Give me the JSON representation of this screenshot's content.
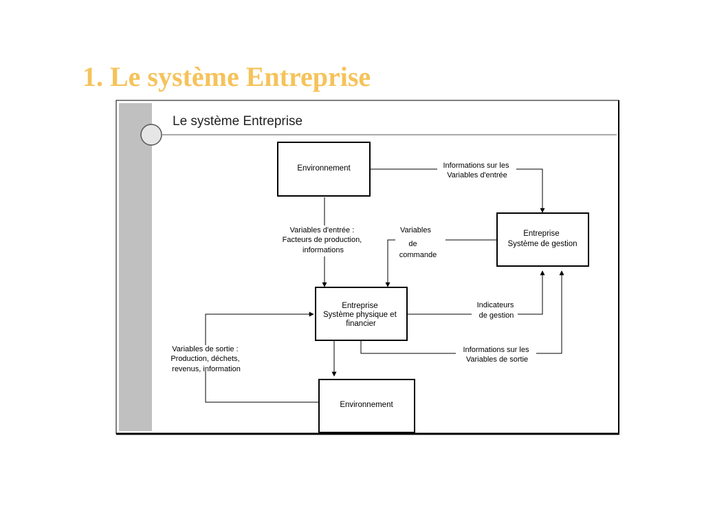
{
  "slide": {
    "title": "1. Le système Entreprise"
  },
  "figure": {
    "panel_title": "Le système Entreprise",
    "boxes": {
      "env_top": {
        "lines": [
          "Environnement"
        ]
      },
      "entreprise_gestion": {
        "lines": [
          "Entreprise",
          "Système de gestion"
        ]
      },
      "entreprise_physique": {
        "lines": [
          "Entreprise",
          "Système physique et",
          "financier"
        ]
      },
      "env_bottom": {
        "lines": [
          "Environnement"
        ]
      }
    },
    "flow_labels": {
      "info_entree": {
        "lines": [
          "Informations sur les",
          "Variables d'entrée"
        ]
      },
      "variables_entree": {
        "lines": [
          "Variables d'entrée :",
          "Facteurs de production,",
          "informations"
        ]
      },
      "variables_commande": {
        "lines": [
          "Variables",
          "de",
          "commande"
        ]
      },
      "indicateurs": {
        "lines": [
          "Indicateurs",
          "de gestion"
        ]
      },
      "variables_sortie": {
        "lines": [
          "Variables de sortie :",
          "Production, déchets,",
          "revenus, information"
        ]
      },
      "info_sortie": {
        "lines": [
          "Informations sur les",
          "Variables de sortie"
        ]
      }
    }
  }
}
